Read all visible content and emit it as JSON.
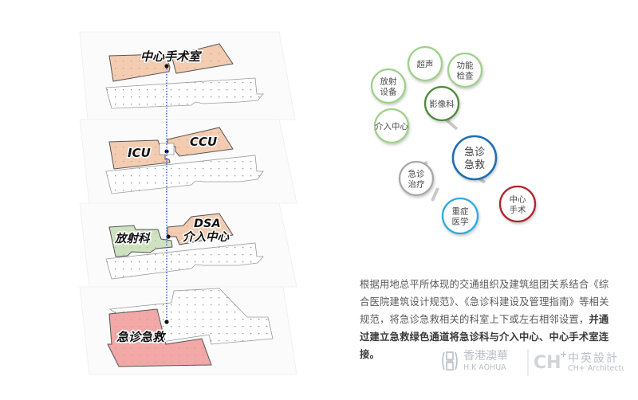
{
  "floors": [
    {
      "id": "f4",
      "labels": [
        "中心手术室"
      ],
      "zones": [
        {
          "name": "中心手术室",
          "color": "#f3ccb1"
        }
      ]
    },
    {
      "id": "f3",
      "labels": [
        "ICU",
        "CCU"
      ],
      "zones": [
        {
          "name": "ICU",
          "color": "#f3ccb1"
        },
        {
          "name": "CCU",
          "color": "#f3ccb1"
        }
      ]
    },
    {
      "id": "f2",
      "labels": [
        "放射科",
        "DSA",
        "介入中心"
      ],
      "zones": [
        {
          "name": "放射科",
          "color": "#cfe2c0"
        },
        {
          "name": "DSA 介入中心",
          "color": "#f3ccb1"
        }
      ]
    },
    {
      "id": "f1",
      "labels": [
        "急诊急救"
      ],
      "zones": [
        {
          "name": "急诊急救",
          "color": "#f2a8a6"
        }
      ]
    }
  ],
  "graph": {
    "center": {
      "lines": [
        "急诊",
        "急救"
      ],
      "color": "#1f6fb5"
    },
    "nodes": [
      {
        "id": "chaosheng",
        "lines": [
          "超声"
        ],
        "color": "#9fd08a"
      },
      {
        "id": "gongneng",
        "lines": [
          "功能",
          "检查"
        ],
        "color": "#9fd08a"
      },
      {
        "id": "fangshe",
        "lines": [
          "放射",
          "设备"
        ],
        "color": "#9fd08a"
      },
      {
        "id": "yingxiang",
        "lines": [
          "影像科"
        ],
        "color": "#4d8a3a"
      },
      {
        "id": "jieru",
        "lines": [
          "介入中心"
        ],
        "color": "#9fd08a"
      },
      {
        "id": "jizhen",
        "lines": [
          "急诊",
          "治疗"
        ],
        "color": "#a8a8a8"
      },
      {
        "id": "zhongzheng",
        "lines": [
          "重症",
          "医学"
        ],
        "color": "#33a9dc"
      },
      {
        "id": "shoushu",
        "lines": [
          "中心",
          "手术"
        ],
        "color": "#b0262d"
      }
    ]
  },
  "description": {
    "normal": "根据用地总平所体现的交通组织及建筑组团关系结合《综合医院建筑设计规范》、《急诊科建设及管理指南》等相关规范，将急诊急救相关的科室上下或左右相邻设置，",
    "bold": "并通过建立急救绿色通道将急诊科与介入中心、中心手术室连接。"
  },
  "logo": {
    "brand1_cn": "香港澳華",
    "brand1_en": "H.K AOHUA",
    "brand2_mark": "CH",
    "brand2_cn": "中英設計",
    "brand2_en": "CH+ Architecture Design"
  }
}
